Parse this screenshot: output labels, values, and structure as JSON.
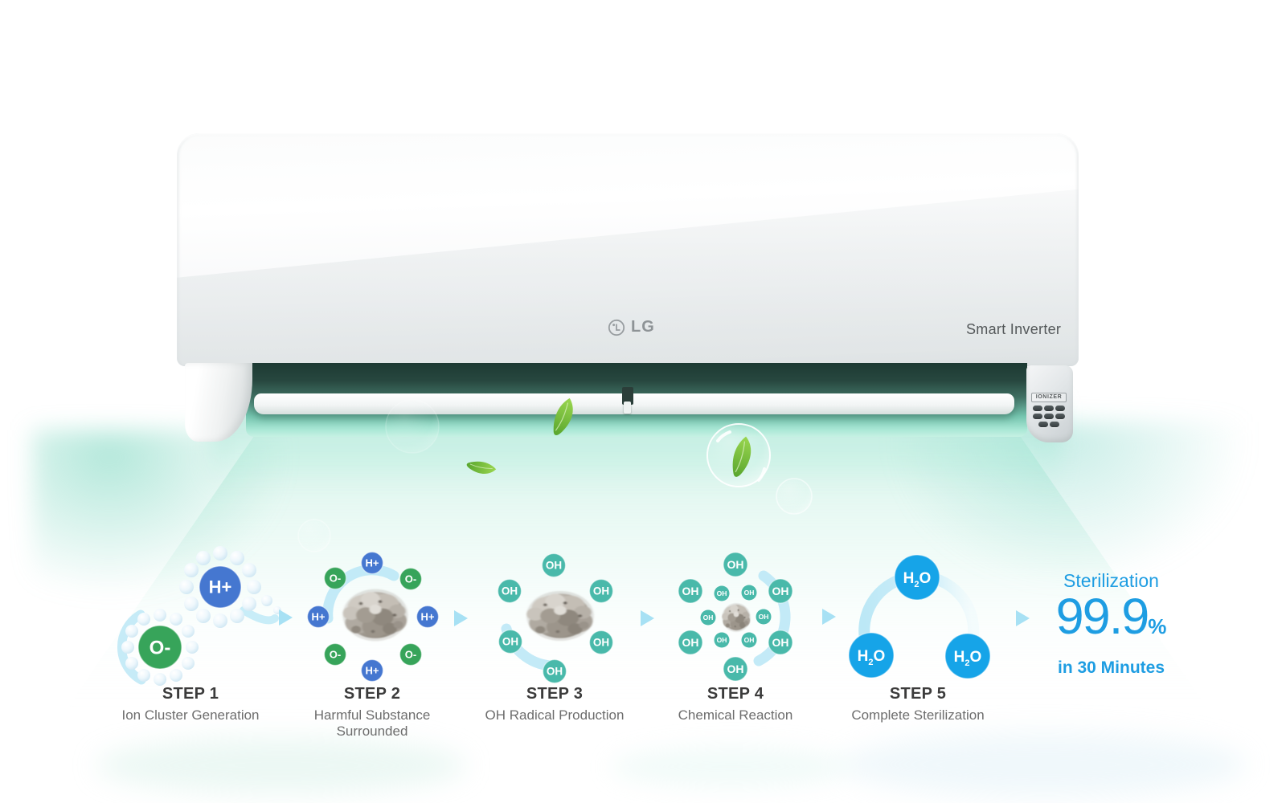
{
  "device": {
    "brand": "LG",
    "badge": "Smart Inverter",
    "ionizer_label": "IONIZER"
  },
  "labels": {
    "h_plus": "H+",
    "o_minus": "O-",
    "oh": "OH",
    "h2o": {
      "h": "H",
      "sub": "2",
      "o": "O"
    }
  },
  "steps": [
    {
      "label": "STEP 1",
      "title": "Ion Cluster Generation"
    },
    {
      "label": "STEP 2",
      "title": "Harmful Substance Surrounded"
    },
    {
      "label": "STEP 3",
      "title": "OH Radical Production"
    },
    {
      "label": "STEP 4",
      "title": "Chemical Reaction"
    },
    {
      "label": "STEP 5",
      "title": "Complete Sterilization"
    }
  ],
  "result": {
    "title": "Sterilization",
    "value": "99.9",
    "unit": "%",
    "duration": "in 30 Minutes"
  },
  "colors": {
    "ion_h_plus": "#4577d0",
    "ion_o_minus": "#37a45a",
    "ion_oh": "#49b9aa",
    "molecule_h2o": "#16a4e8",
    "result_text": "#1e9de2",
    "arrow": "#a7e1f4",
    "arc": "#bce8f6",
    "airflow": "#9adfce"
  }
}
